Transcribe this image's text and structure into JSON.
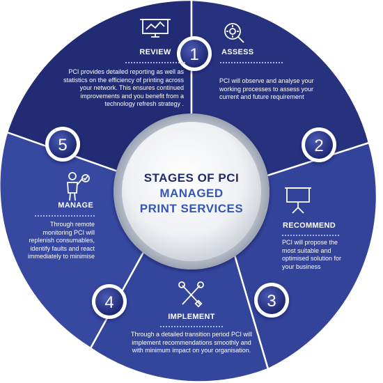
{
  "center": {
    "line1": "STAGES OF PCI",
    "line2": "MANAGED",
    "line3": "PRINT SERVICES"
  },
  "colors": {
    "dark_blue": "#1f2a73",
    "mid_blue": "#2c3a8f",
    "light_blue": "#3a4ca6",
    "center_text_dark": "#1e2a6e",
    "center_text_blue": "#3556b5"
  },
  "stages": [
    {
      "number": "1",
      "title": "REVIEW",
      "icon": "presentation-chart-icon",
      "description_lines": [
        "PCI provides detailed reporting as well as",
        "statistics on the efficiency of printing across",
        "your network. This ensures continued",
        "improvements and you benefit from a",
        "technology refresh strategy ."
      ]
    },
    {
      "number": "2",
      "title": "ASSESS",
      "icon": "magnifier-gear-icon",
      "description_lines": [
        "PCI will observe and analyse your",
        "working processes to assess your",
        "current and future requirement"
      ]
    },
    {
      "number": "3",
      "title": "RECOMMEND",
      "icon": "presentation-board-icon",
      "description_lines": [
        "PCI will propose the",
        "most suitable and",
        "optimised solution for",
        "your business"
      ]
    },
    {
      "number": "4",
      "title": "IMPLEMENT",
      "icon": "tools-icon",
      "description_lines": [
        "Through a detailed transition period PCI will",
        "implement recommendations smoothly and",
        "with minimum impact on your organisation."
      ]
    },
    {
      "number": "5",
      "title": "MANAGE",
      "icon": "person-presenting-icon",
      "description_lines": [
        "Through remote",
        "monitoring PCI will",
        "replenish consumables,",
        "identify faults and react",
        "immediately to minimise"
      ]
    }
  ]
}
